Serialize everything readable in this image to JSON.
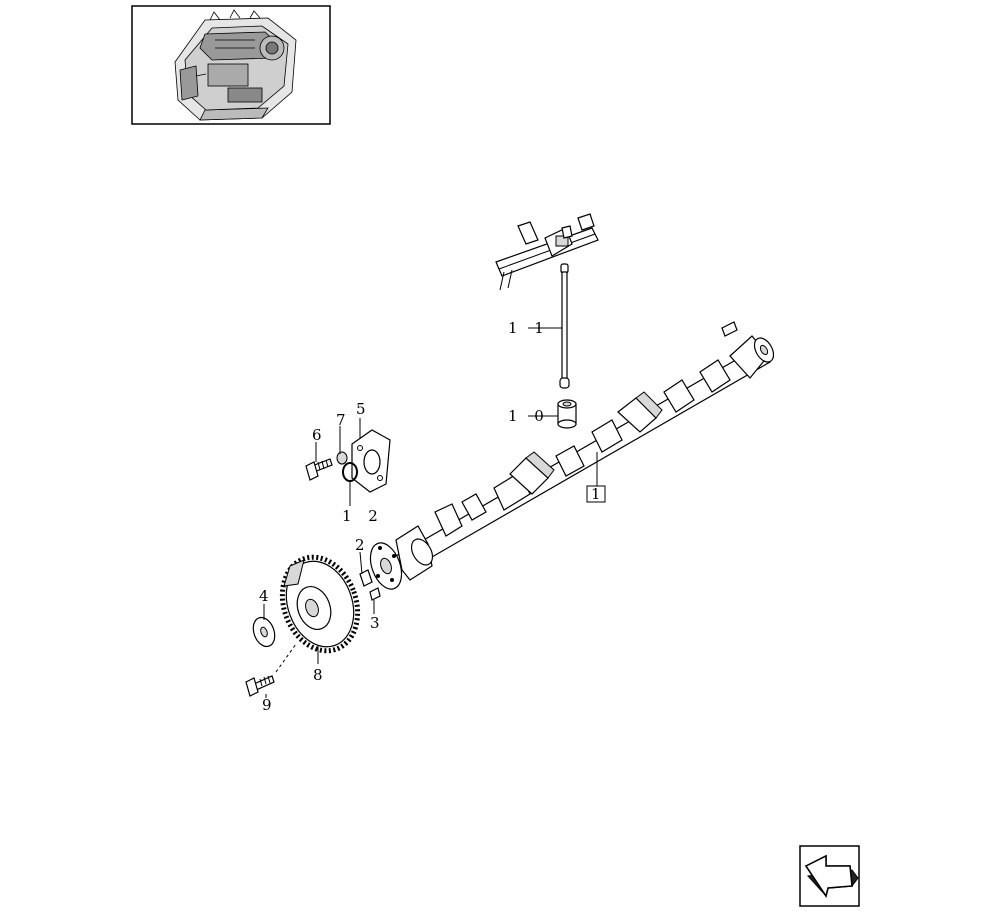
{
  "callouts": {
    "c1": "1",
    "c2": "2",
    "c3": "3",
    "c4": "4",
    "c5": "5",
    "c6": "6",
    "c7": "7",
    "c8": "8",
    "c9": "9",
    "c10": "1 0",
    "c11": "1 1",
    "c12": "1 2"
  },
  "icons": {
    "thumbnail": "engine-thumbnail-icon",
    "nav": "previous-page-arrow-icon"
  }
}
